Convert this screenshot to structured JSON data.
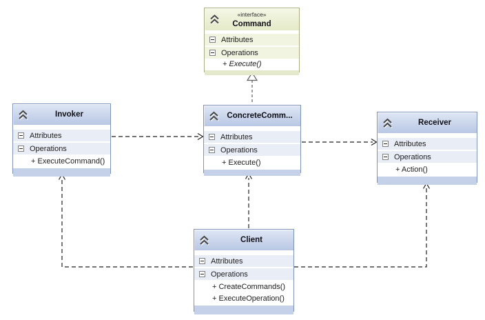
{
  "labels": {
    "attributes": "Attributes",
    "operations": "Operations"
  },
  "classes": {
    "command": {
      "stereotype": "«interface»",
      "name": "Command",
      "methods": [
        "+ Execute()"
      ]
    },
    "invoker": {
      "name": "Invoker",
      "methods": [
        "+ ExecuteCommand()"
      ]
    },
    "concrete": {
      "name": "ConcreteComm...",
      "methods": [
        "+ Execute()"
      ]
    },
    "receiver": {
      "name": "Receiver",
      "methods": [
        "+ Action()"
      ]
    },
    "client": {
      "name": "Client",
      "methods": [
        "+ CreateCommands()",
        "+ ExecuteOperation()"
      ]
    }
  },
  "relations": [
    {
      "type": "realization",
      "from": "ConcreteCommand",
      "to": "Command"
    },
    {
      "type": "dependency",
      "from": "Invoker",
      "to": "ConcreteCommand"
    },
    {
      "type": "dependency",
      "from": "ConcreteCommand",
      "to": "Receiver"
    },
    {
      "type": "dependency",
      "from": "Client",
      "to": "ConcreteCommand"
    },
    {
      "type": "dependency",
      "from": "Client",
      "to": "Invoker"
    },
    {
      "type": "dependency",
      "from": "Client",
      "to": "Receiver"
    }
  ],
  "colors": {
    "class_border": "#7E92B8",
    "class_header": "#B9C7E4",
    "class_row": "#E9EDF6",
    "interface_border": "#A9AE82",
    "interface_header": "#E4EAC8",
    "interface_row": "#F1F4E0",
    "connector": "#1f1f1f"
  }
}
